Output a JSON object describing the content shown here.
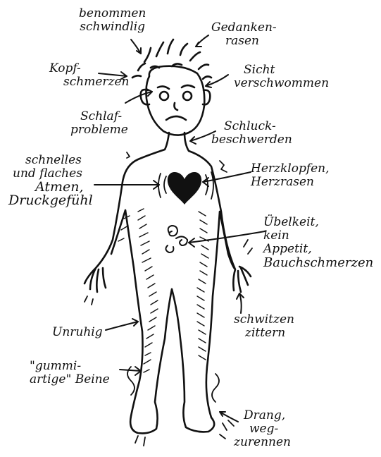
{
  "colors": {
    "ink": "#111111",
    "heart": "#111111",
    "paper": "#ffffff"
  },
  "labels": {
    "benommen": [
      "benommen",
      "schwindlig"
    ],
    "gedanken": [
      "Gedanken-",
      "rasen"
    ],
    "kopf": [
      "Kopf-",
      "schmerzen"
    ],
    "sicht": [
      "Sicht",
      "verschwommen"
    ],
    "schlaf": [
      "Schlaf-",
      "probleme"
    ],
    "schluck": [
      "Schluck-",
      "beschwerden"
    ],
    "atmen": [
      "schnelles",
      "und flaches",
      "Atmen,",
      "Druckgefühl"
    ],
    "herz": [
      "Herzklopfen,",
      "Herzrasen"
    ],
    "uebelkeit": [
      "Übelkeit,",
      "kein",
      "Appetit,",
      "Bauchschmerzen"
    ],
    "schwitzen": [
      "schwitzen",
      "zittern"
    ],
    "unruhig": [
      "Unruhig"
    ],
    "beine": [
      "\"gummi-",
      "artige\" Beine"
    ],
    "drang": [
      "Drang,",
      "weg-",
      "zurennen"
    ]
  }
}
